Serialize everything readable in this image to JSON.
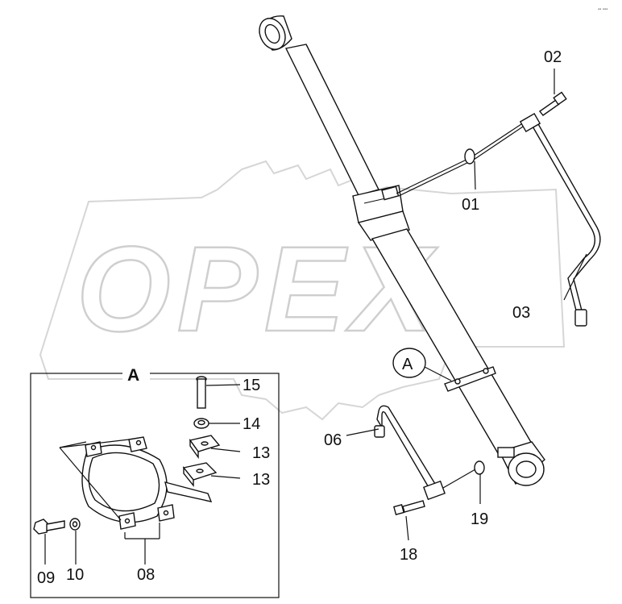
{
  "watermark": {
    "text": "OPEX"
  },
  "detail_view": {
    "label": "A"
  },
  "callout": {
    "label": "A"
  },
  "corner_mark": {
    "text": "▪▪ ▪▪▪"
  },
  "parts": [
    {
      "number": "01"
    },
    {
      "number": "02"
    },
    {
      "number": "03"
    },
    {
      "number": "06"
    },
    {
      "number": "18"
    },
    {
      "number": "19"
    },
    {
      "number": "15"
    },
    {
      "number": "14"
    },
    {
      "number": "13"
    },
    {
      "number": "13"
    },
    {
      "number": "09"
    },
    {
      "number": "10"
    },
    {
      "number": "08"
    }
  ]
}
